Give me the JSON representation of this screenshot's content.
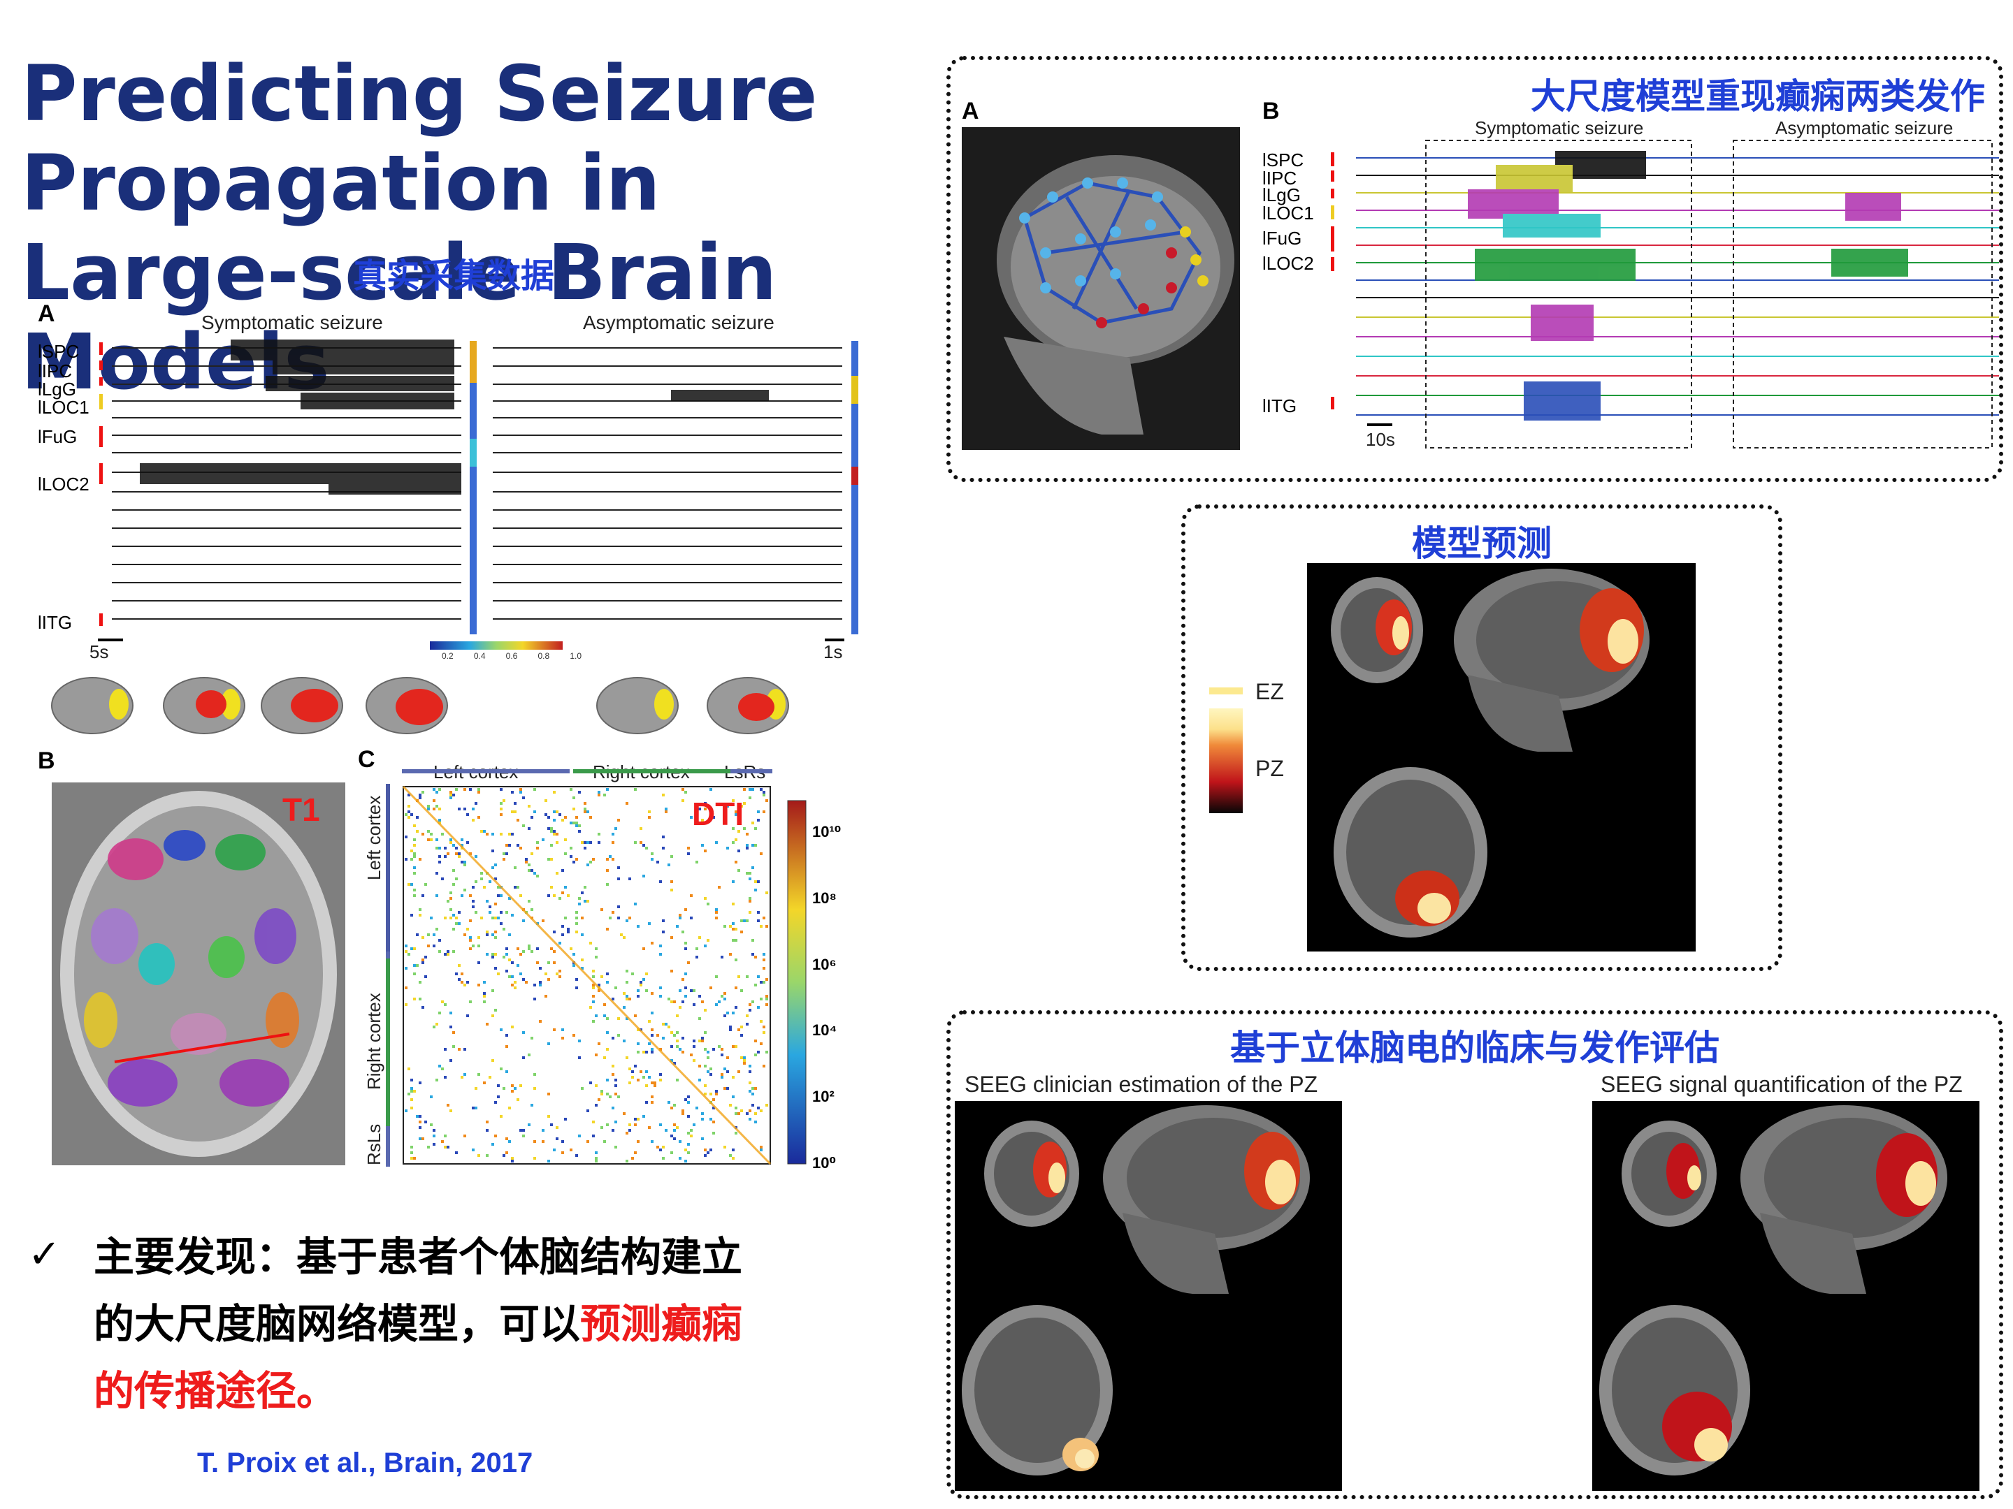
{
  "title": "Predicting Seizure Propagation in Large-scale Brain Models",
  "title_overlay": "真实采集数据",
  "left_figure": {
    "panel_a": "A",
    "symptomatic_label": "Symptomatic seizure",
    "asymptomatic_label": "Asymptomatic seizure",
    "channels": [
      "lSPC",
      "lIPC",
      "lLgG",
      "lLOC1",
      "lFuG",
      "lLOC2",
      "lITG"
    ],
    "scalebar_left": "5s",
    "scalebar_right": "1s",
    "colorbar_ticks": [
      "0.2",
      "0.4",
      "0.6",
      "0.8",
      "1.0"
    ],
    "panel_b": "B",
    "t1_label": "T1",
    "panel_c": "C",
    "matrix_top_labels": [
      "Left cortex",
      "Right cortex",
      "LsRs"
    ],
    "matrix_side_labels": [
      "Left cortex",
      "Right cortex",
      "RsLs"
    ],
    "dti_label": "DTI",
    "matrix_colorbar_ticks": [
      "10¹⁰",
      "10⁸",
      "10⁶",
      "10⁴",
      "10²",
      "10⁰"
    ]
  },
  "top_right": {
    "caption": "大尺度模型重现癫痫两类发作",
    "panel_a": "A",
    "panel_b": "B",
    "symptomatic_label": "Symptomatic seizure",
    "asymptomatic_label": "Asymptomatic seizure",
    "channels": [
      "lSPC",
      "lIPC",
      "lLgG",
      "lLOC1",
      "lFuG",
      "lLOC2",
      "lITG"
    ],
    "scalebar": "10s"
  },
  "middle_right": {
    "caption": "模型预测",
    "legend_ez": "EZ",
    "legend_pz": "PZ"
  },
  "bottom_right": {
    "caption": "基于立体脑电的临床与发作评估",
    "left_label": "SEEG clinician estimation of the PZ",
    "right_label": "SEEG signal quantification of the PZ"
  },
  "finding": {
    "check": "✓",
    "line1": "主要发现：基于患者个体脑结构建立",
    "line2_black": "的大尺度脑网络模型，可以",
    "line2_red": "预测癫痫",
    "line3_red": "的传播途径。"
  },
  "reference": "T. Proix et al., Brain, 2017",
  "colors": {
    "title_blue": "#1a2f7a",
    "caption_blue": "#1f3fd6",
    "highlight_red": "#ee1c1c"
  }
}
